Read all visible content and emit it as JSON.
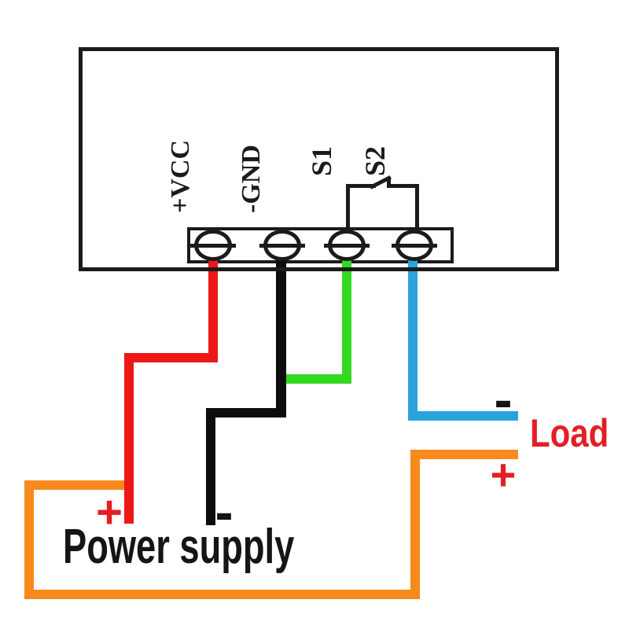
{
  "diagram": {
    "module": {
      "terminals": [
        {
          "id": "vcc",
          "label": "+VCC",
          "wire": "red"
        },
        {
          "id": "gnd",
          "label": "-GND",
          "wire": "black"
        },
        {
          "id": "s1",
          "label": "S1",
          "wire": "green"
        },
        {
          "id": "s2",
          "label": "S2",
          "wire": "blue"
        }
      ],
      "relay_switch_between": "S1-S2"
    },
    "power_supply": {
      "label": "Power supply",
      "plus": "+",
      "minus": "-"
    },
    "load": {
      "label": "Load",
      "plus": "+",
      "minus": "-"
    },
    "colors": {
      "wire_red": "#ee1717",
      "wire_black": "#0d0d0d",
      "wire_green": "#33d921",
      "wire_blue": "#2ba3dd",
      "wire_orange": "#f68a1d",
      "symbol_red": "#e41e25",
      "line_black": "#1b1b1b",
      "text_black": "#151515"
    }
  }
}
